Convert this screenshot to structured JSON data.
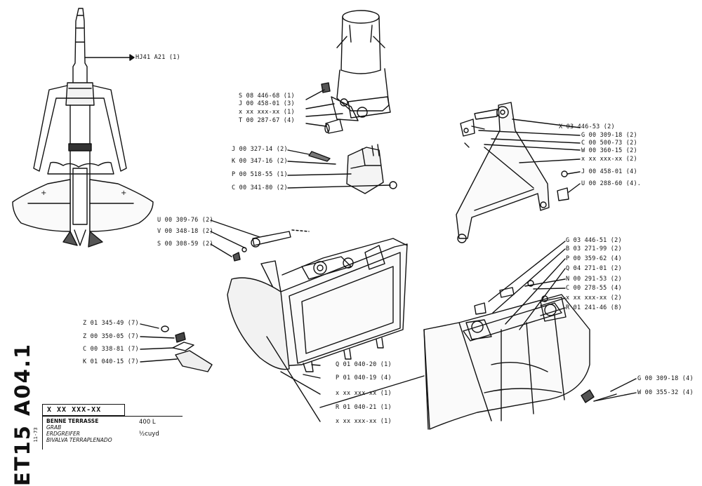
{
  "sheet_code": "ET15 A04.1",
  "date_code": "11-73",
  "title_box": {
    "part_number": "X XX XXX-XX"
  },
  "description": {
    "fr": "BENNE TERRASSE",
    "en": "GRAB",
    "de": "ERDGREIFER",
    "es": "BIVALVA TERRAPLENADO"
  },
  "capacity": {
    "liters": "400 L",
    "cuyd": "½cuyd"
  },
  "callouts": {
    "shaft": "HJ41  A21  (1)",
    "hub": [
      "S 08  446-68  (1)",
      "J 00  458-01  (3)",
      "x  xx  xxx-xx  (1)",
      "T 00  287-67  (4)"
    ],
    "bracket": [
      "J 00  327-14  (2)",
      "K 00  347-16  (2)",
      "P 00  518-55  (1)",
      "C 00  341-80  (2)"
    ],
    "pin_left": [
      "U 00  309-76  (2)",
      "V 00  348-18  (2)",
      "S 00  308-59  (2)"
    ],
    "teeth": [
      "Z 01  345-49  (7)",
      "Z 00  350-05  (7)",
      "C 00  338-81  (7)",
      "K 01  040-15  (7)"
    ],
    "left_bucket": [
      "Q 01  040-20  (1)",
      "P 01  040-19  (4)",
      "x  xx  xxx-xx  (1)",
      "R 01  040-21  (1)",
      "x  xx  xxx-xx  (1)"
    ],
    "arm": [
      "X 03  446-53  (2)",
      "G 00  309-18  (2)",
      "C 00  500-73  (2)",
      "W 00  360-15  (2)",
      "x  xx  xxx-xx  (2)",
      "J 00  458-01  (4)",
      "U 00  288-60  (4)."
    ],
    "right_bucket": [
      "G 03  446-51  (2)",
      "B 03  271-99  (2)",
      "P 00  359-62  (4)",
      "Q 04  271-01  (2)",
      "N 00  291-53  (2)",
      "C 00  278-55  (4)",
      "x  xx  xxx-xx  (2)",
      "R 01  241-46  (8)"
    ],
    "right_pin": [
      "G 00  309-18  (4)",
      "W 00  355-32  (4)"
    ]
  }
}
